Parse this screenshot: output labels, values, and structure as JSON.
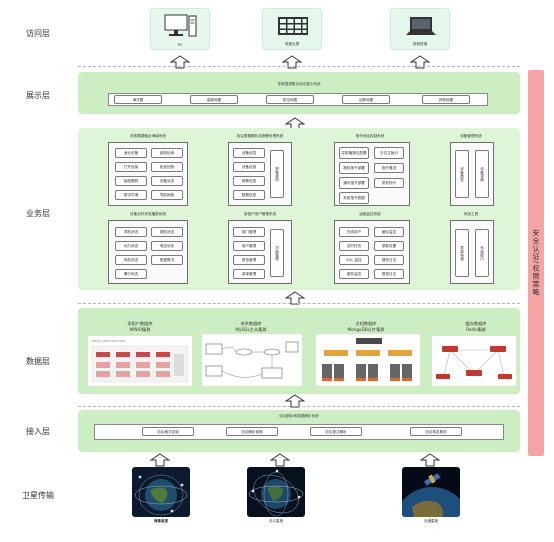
{
  "layers": {
    "access": "访问层",
    "display": "展示层",
    "business": "业务层",
    "data": "数据层",
    "ingest": "接入层",
    "satellite": "卫星传输"
  },
  "access_devices": [
    {
      "label": "PC",
      "icon": "pc-icon"
    },
    {
      "label": "电视大屏",
      "icon": "video-wall-icon"
    },
    {
      "label": "其他终端",
      "icon": "terminal-icon"
    }
  ],
  "display": {
    "title": "多数据源融合综合展示系统",
    "items": [
      "海洋图",
      "高程地图",
      "航空地图",
      "谷歌地图",
      "其他地图"
    ]
  },
  "business": {
    "groups": [
      {
        "title": "多数据源融合海域系统",
        "cells": [
          "渔业设备",
          "船舶检索",
          "打开连接",
          "航迹回放",
          "船舶跟踪",
          "设备状态",
          "数字钓港",
          "导航刷新"
        ]
      },
      {
        "title": "协议数据解析及报警处理系统",
        "cells": [
          "设备信息",
          "设备设施",
          "报警信息",
          "数据信息"
        ],
        "side": "报警规则"
      },
      {
        "title": "指令地址控制系统",
        "cells": [
          "控制播报位配置",
          "日位文版分",
          "报码指令部署",
          "指令雏送",
          "通讯指令部署",
          "质效指令",
          "系统指令数据"
        ]
      },
      {
        "title": "设备管理系统",
        "cells": [
          "设备类型",
          "设备详情"
        ]
      },
      {
        "title": "设备实时状态播报系统",
        "cells": [
          "导航状态",
          "报航状态",
          "动力状态",
          "电压状态",
          "传航状态",
          "数据概况",
          "暴行状态"
        ]
      },
      {
        "title": "多租户用户管理系统",
        "cells": [
          "部门管理",
          "用户管理",
          "角色管理",
          "菜单管理"
        ],
        "side": "字典管理"
      },
      {
        "title": "运维监控系统",
        "cells": [
          "在线用户",
          "缓存监控",
          "定时任务",
          "参数设置",
          "SQL 监控",
          "操作日志",
          "服务监控",
          "登录日志"
        ]
      },
      {
        "title": "系统工具",
        "cells": [
          "表单构建",
          "系统接口"
        ]
      }
    ]
  },
  "data": {
    "dbs": [
      {
        "title": "多租户数据库",
        "subtitle": "MINIO集群",
        "caption": "MINIO ARCHITECTURE"
      },
      {
        "title": "关系数据库",
        "subtitle": "MySQL主从集群"
      },
      {
        "title": "文档数据库",
        "subtitle": "MongoDB分片集群"
      },
      {
        "title": "缓存数据库",
        "subtitle": "Redis集群"
      }
    ]
  },
  "ingest": {
    "title": "协议解析和数据解析系统",
    "items": [
      "协议格式定制",
      "协议解析转换",
      "协议报文解析",
      "协议转发服务"
    ]
  },
  "satellites": [
    "海事星座",
    "北斗星座",
    "天通星座"
  ],
  "security": "安全认证/权限策略"
}
